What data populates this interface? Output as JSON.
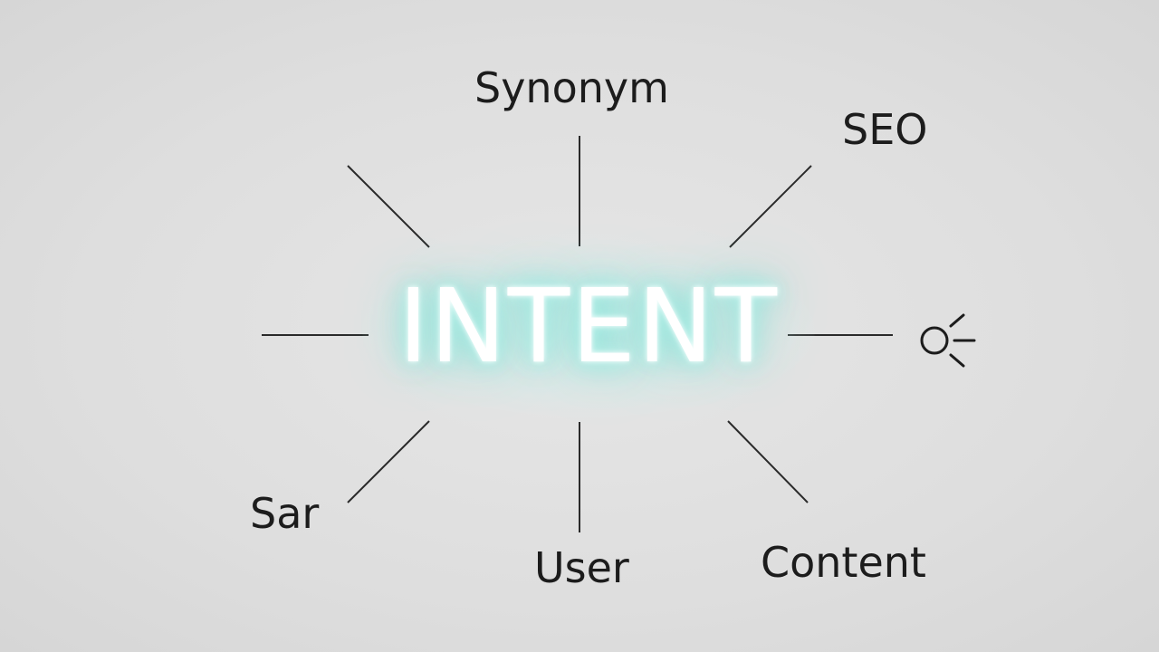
{
  "diagram": {
    "center": "INTENT",
    "labels": {
      "top": "Synonym",
      "top_right": "SEO",
      "bottom_left": "Sar",
      "bottom": "User",
      "bottom_right": "Content"
    },
    "right_icon": "lightbulb-icon"
  },
  "colors": {
    "background": "#e0e0e0",
    "line": "#2a2a2a",
    "text": "#1c1c1c",
    "glow": "#8fe6dc"
  }
}
